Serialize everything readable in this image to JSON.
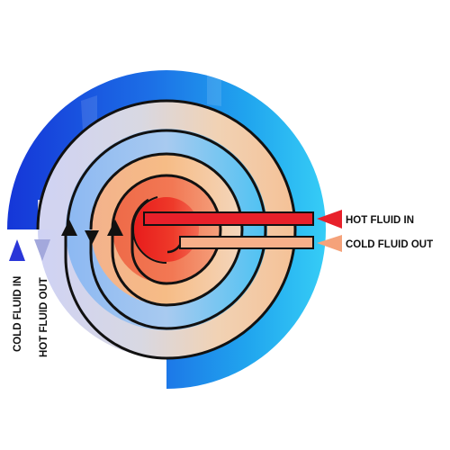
{
  "labels": {
    "hot_in": "HOT FLUID IN",
    "cold_out": "COLD FLUID OUT",
    "cold_in": "COLD FLUID IN",
    "hot_out": "HOT FLUID OUT"
  },
  "colors": {
    "hot_in_arrow": "#e8202a",
    "cold_out_arrow": "#f5a27a",
    "cold_in_arrow": "#2a36d8",
    "hot_out_arrow": "#a3a8dc",
    "flow_arrow": "#111111",
    "hot_pipe": "#e8202a",
    "cold_pipe": "#f7b08a"
  },
  "icons": {
    "inlet_arrow": "triangle-left",
    "outlet_arrow": "triangle-up",
    "flow_up": "triangle-up",
    "flow_down": "triangle-down"
  }
}
